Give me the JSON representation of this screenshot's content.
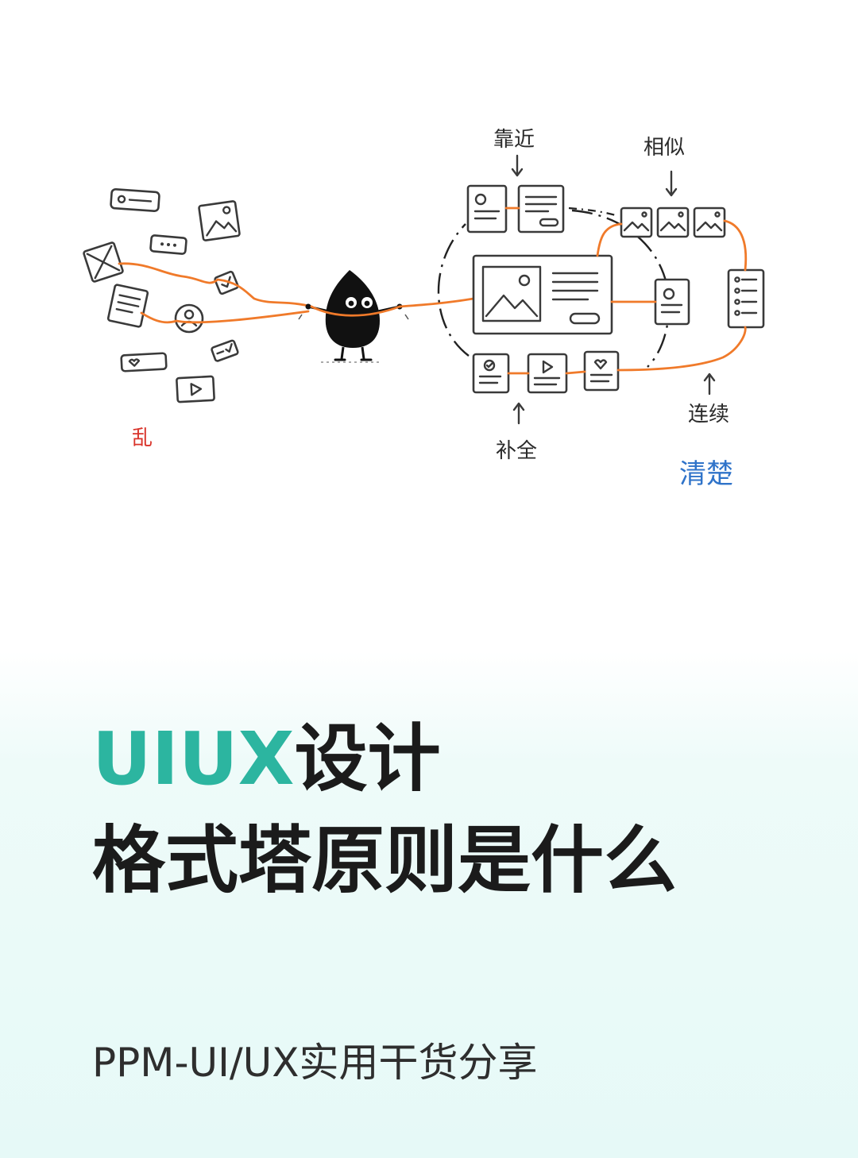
{
  "illustration": {
    "labels": {
      "luan": "乱",
      "kaojin": "靠近",
      "xiangsi": "相似",
      "lianxu": "连续",
      "buquan": "补全",
      "qingchu": "清楚"
    },
    "colors": {
      "orange_line": "#f07a2a",
      "luan_red": "#d9342b",
      "qingchu_blue": "#2f73c9",
      "character": "#111111"
    }
  },
  "title": {
    "accent_text": "UIUX",
    "line1_rest": "设计",
    "line2": "格式塔原则是什么",
    "accent_color": "#2cb5a0"
  },
  "subtitle": "PPM-UI/UX实用干货分享"
}
